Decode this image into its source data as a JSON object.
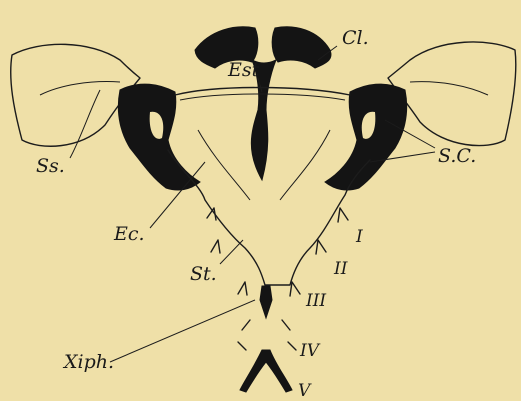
{
  "labels": {
    "cl": "Cl.",
    "est": "Est",
    "ss": "Ss.",
    "sc": "S.C.",
    "ec": "Ec.",
    "st": "St.",
    "xiph": "Xiph."
  },
  "rib_numerals": [
    "I",
    "II",
    "III",
    "IV",
    "V"
  ],
  "colors": {
    "paper": "#efe0a8",
    "ink": "#141414"
  }
}
